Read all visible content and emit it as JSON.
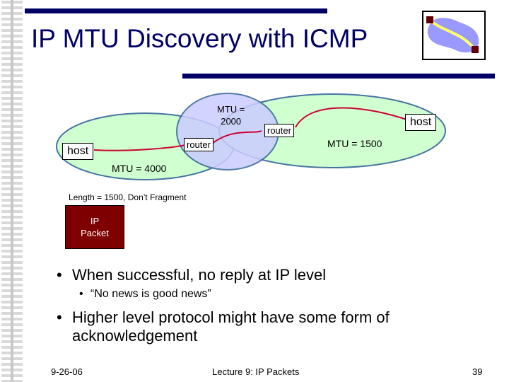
{
  "slide": {
    "title": "IP MTU Discovery with ICMP",
    "date": "9-26-06",
    "footer": "Lecture 9: IP Packets",
    "page_number": "39"
  },
  "diagram": {
    "host_left": "host",
    "host_right": "host",
    "router_left": "router",
    "router_right": "router",
    "mtu_left": "MTU = 4000",
    "mtu_middle_line1": "MTU =",
    "mtu_middle_line2": "2000",
    "mtu_right": "MTU = 1500",
    "packet_label": "Length = 1500, Don’t Fragment",
    "packet_line1": "IP",
    "packet_line2": "Packet"
  },
  "bullets": {
    "b1": "When successful, no reply at IP level",
    "b2": "“No news is good news”",
    "b3_line1": "Higher level protocol might have some form of",
    "b3_line2": "acknowledgement"
  },
  "colors": {
    "title": "#000066",
    "bars": "#000066",
    "ellipse_fill": "#ccffcc",
    "ellipse_mid_fill": "#ccccff",
    "path_line": "#cc0033",
    "packet_fill": "#7f0000"
  },
  "icons": [
    "network-logo-icon",
    "sidebar-pattern"
  ]
}
